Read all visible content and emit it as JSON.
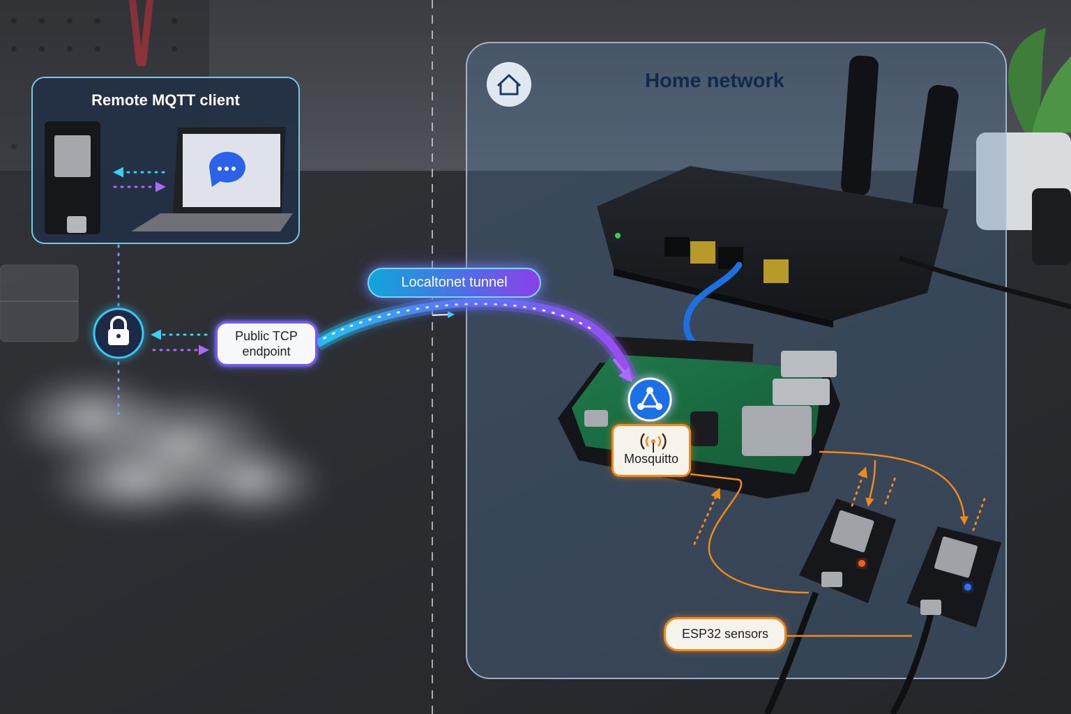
{
  "remote_panel": {
    "title": "Remote MQTT client"
  },
  "home_panel": {
    "title": "Home network"
  },
  "tunnel": {
    "label": "Localtonet tunnel"
  },
  "endpoint": {
    "label": "Public TCP\nendpoint"
  },
  "broker": {
    "label": "Mosquitto"
  },
  "sensors": {
    "label": "ESP32 sensors"
  },
  "icons": {
    "home": "house-icon",
    "lock": "padlock-icon",
    "chat": "chat-bubble-icon",
    "hub": "network-hub-icon",
    "broadcast": "broadcast-antenna-icon"
  },
  "colors": {
    "tunnel_cyan": "#22c6f0",
    "tunnel_purple": "#9a4df2",
    "local_orange": "#f08a1d",
    "home_panel_tint": "#5b82ad",
    "title_navy": "#0f2a4d",
    "desk": "#2b2d31"
  }
}
